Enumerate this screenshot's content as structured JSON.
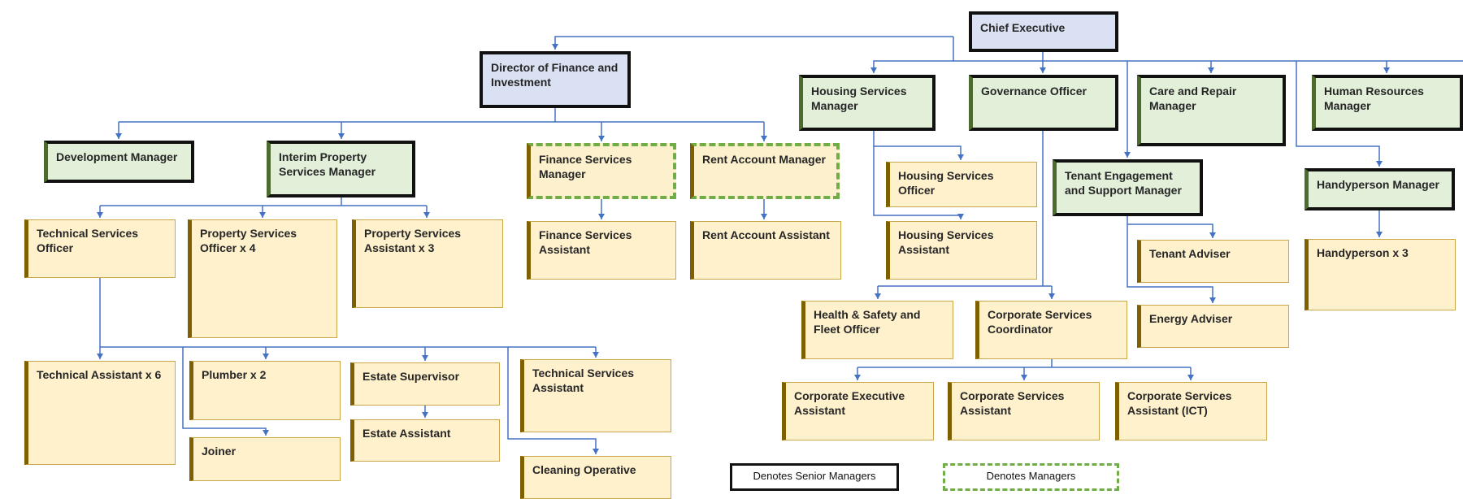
{
  "roles": {
    "ce": "Chief Executive",
    "dfi": "Director of Finance and Investment",
    "hsm": "Housing Services Manager",
    "gov": "Governance Officer",
    "crm": "Care and Repair Manager",
    "hrm": "Human Resources Manager",
    "dev": "Development Manager",
    "ipsm": "Interim Property Services Manager",
    "fsm": "Finance Services Manager",
    "ram": "Rent Account Manager",
    "tso": "Technical Services Officer",
    "pso": "Property Services Officer x 4",
    "psa": "Property Services Assistant x 3",
    "fsa": "Finance Services Assistant",
    "raa": "Rent Account Assistant",
    "tax": "Technical Assistant x 6",
    "plumb": "Plumber x 2",
    "estsup": "Estate Supervisor",
    "tsa": "Technical Services Assistant",
    "joiner": "Joiner",
    "estasst": "Estate Assistant",
    "clean": "Cleaning Operative",
    "hso": "Housing Services Officer",
    "hsa": "Housing Services Assistant",
    "hsf": "Health & Safety and Fleet Officer",
    "csc": "Corporate Services Coordinator",
    "cea": "Corporate Executive Assistant",
    "csa": "Corporate Services Assistant",
    "csaict": "Corporate Services Assistant (ICT)",
    "tesm": "Tenant Engagement and Support Manager",
    "tadv": "Tenant Adviser",
    "eadv": "Energy Adviser",
    "hpm": "Handyperson Manager",
    "hp": "Handyperson x 3"
  },
  "legend": {
    "senior": "Denotes Senior Managers",
    "managers": "Denotes Managers"
  },
  "colors": {
    "connector": "#4472c4",
    "executive_fill": "#d9e1f2",
    "senior_fill": "#e2efd9",
    "staff_fill": "#fff1cc",
    "manager_dash": "#70ad47"
  }
}
